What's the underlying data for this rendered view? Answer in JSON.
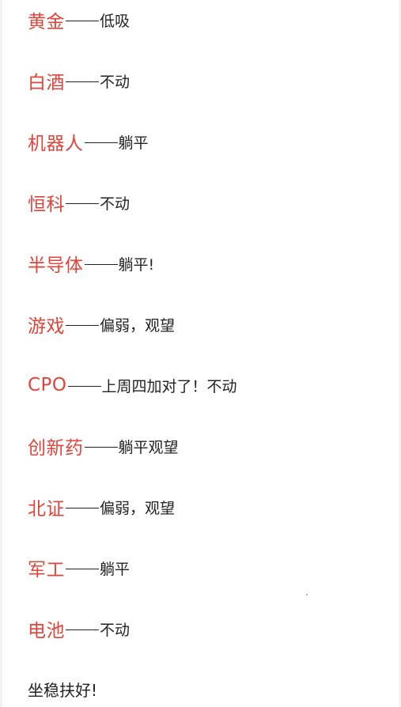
{
  "lines": [
    {
      "sector": "黄金",
      "comment": "低吸"
    },
    {
      "sector": "白酒",
      "comment": "不动"
    },
    {
      "sector": "机器人",
      "comment": "躺平"
    },
    {
      "sector": "恒科",
      "comment": "不动"
    },
    {
      "sector": "半导体",
      "comment": "躺平!"
    },
    {
      "sector": "游戏",
      "comment": "偏弱，观望"
    },
    {
      "sector": "CPO",
      "comment": "上周四加对了！不动"
    },
    {
      "sector": "创新药",
      "comment": "躺平观望"
    },
    {
      "sector": "北证",
      "comment": "偏弱，观望"
    },
    {
      "sector": "军工",
      "comment": "躺平"
    },
    {
      "sector": "电池",
      "comment": "不动"
    }
  ],
  "closing": "坐稳扶好!",
  "colors": {
    "sector": "#e1443a",
    "text": "#222222",
    "background": "#ffffff"
  }
}
